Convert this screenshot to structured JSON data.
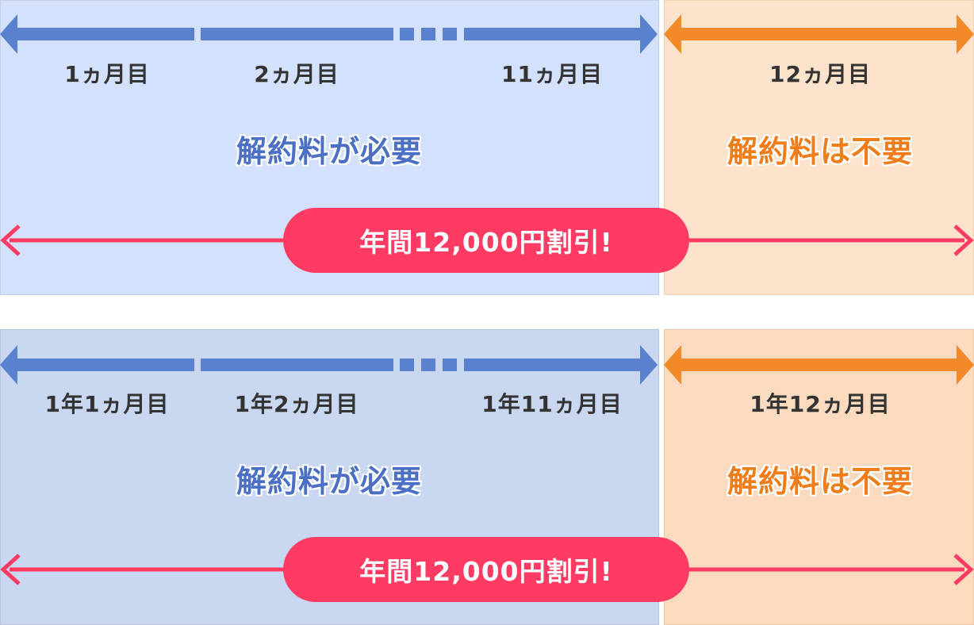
{
  "colors": {
    "blue_panel": "#d4e1fc",
    "blue_panel_2": "#c9d7f1",
    "orange_panel": "#fde3cb",
    "orange_panel_2": "#fbdbbf",
    "blue_arrow": "#5a80d0",
    "orange_arrow": "#f28a2a",
    "pink": "#ff3b64",
    "fee_blue": "#4a6fc4",
    "fee_orange": "#ee7d1a"
  },
  "rows": [
    {
      "months": [
        "1ヵ月目",
        "2ヵ月目",
        "11ヵ月目"
      ],
      "final_month": "12ヵ月目",
      "fee_required": "解約料が必要",
      "fee_not_required": "解約料は不要",
      "discount": "年間12,000円割引!"
    },
    {
      "months": [
        "1年1ヵ月目",
        "1年2ヵ月目",
        "1年11ヵ月目"
      ],
      "final_month": "1年12ヵ月目",
      "fee_required": "解約料が必要",
      "fee_not_required": "解約料は不要",
      "discount": "年間12,000円割引!"
    }
  ]
}
